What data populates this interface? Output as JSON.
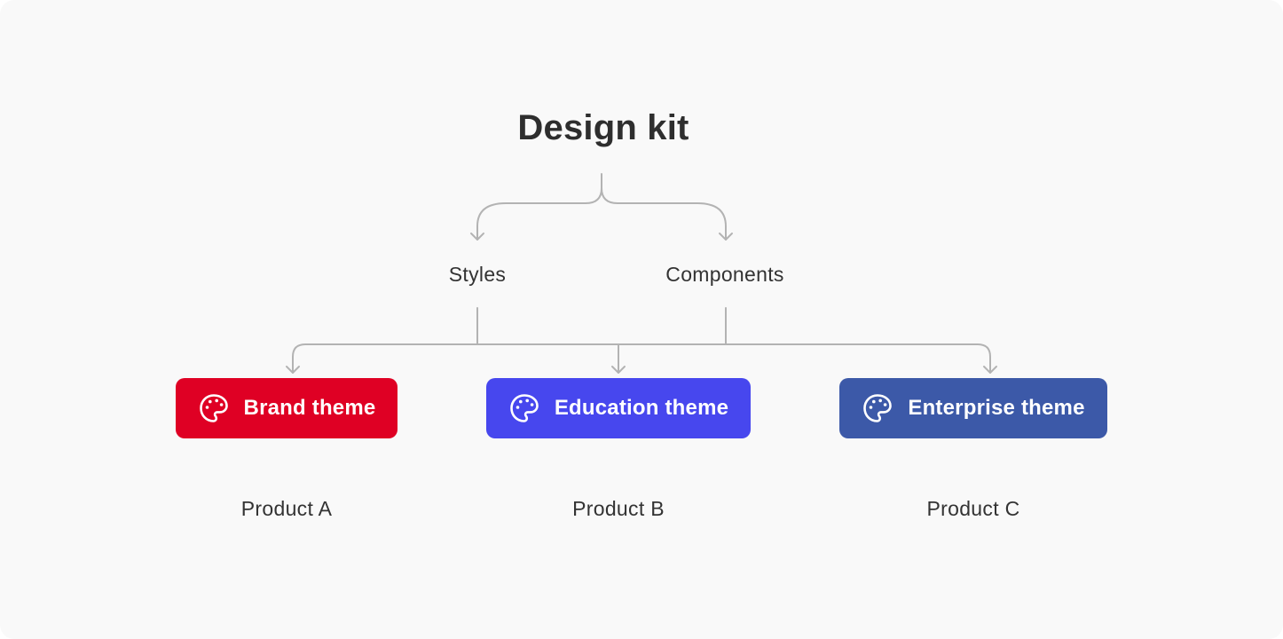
{
  "diagram": {
    "title": "Design kit",
    "children": [
      {
        "label": "Styles"
      },
      {
        "label": "Components"
      }
    ],
    "themes": [
      {
        "label": "Brand theme",
        "icon": "palette-icon",
        "color": "#df0024"
      },
      {
        "label": "Education theme",
        "icon": "palette-icon",
        "color": "#4747ee"
      },
      {
        "label": "Enterprise theme",
        "icon": "palette-icon",
        "color": "#3c59a8"
      }
    ],
    "products": [
      {
        "label": "Product A"
      },
      {
        "label": "Product B"
      },
      {
        "label": "Product C"
      }
    ],
    "connector_color": "#b3b3b3",
    "background_color": "#f9f9f9",
    "text_color": "#333333"
  }
}
